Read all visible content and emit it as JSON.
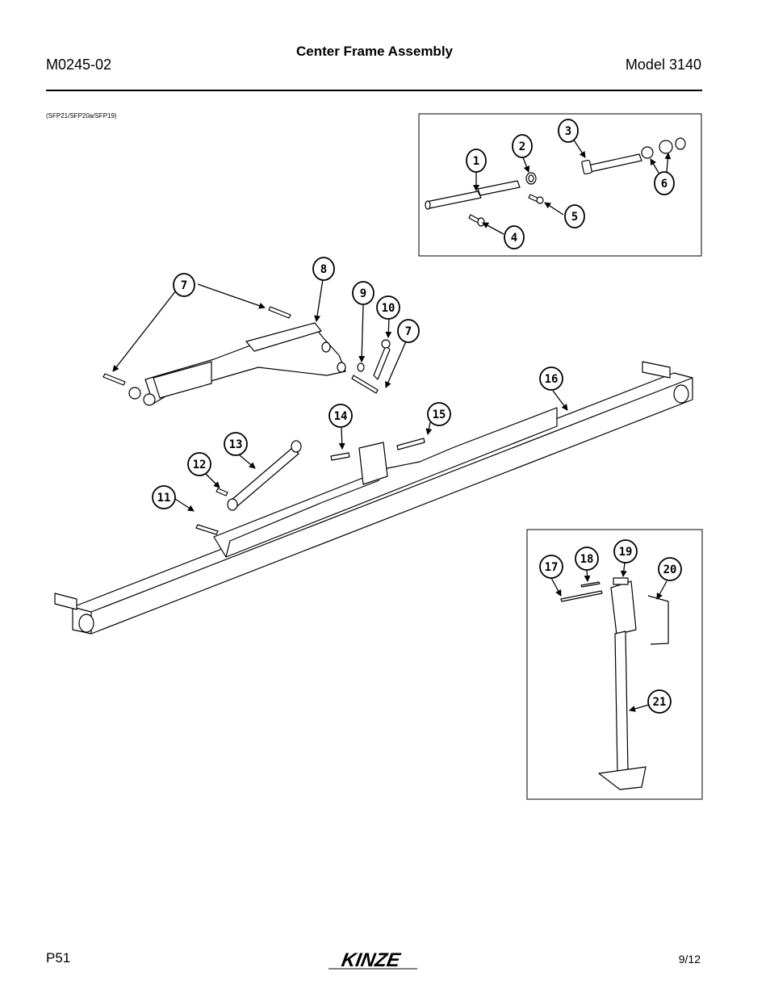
{
  "header": {
    "doc_id": "M0245-02",
    "title": "Center Frame Assembly",
    "model": "Model 3140"
  },
  "figure_ref": "(SFP21/SFP20a/SFP19)",
  "callouts": [
    "1",
    "2",
    "3",
    "4",
    "5",
    "6",
    "7",
    "8",
    "9",
    "10",
    "7",
    "16",
    "14",
    "15",
    "13",
    "12",
    "11",
    "17",
    "18",
    "19",
    "20",
    "21"
  ],
  "footer": {
    "page": "P51",
    "brand": "KINZE",
    "date": "9/12"
  }
}
